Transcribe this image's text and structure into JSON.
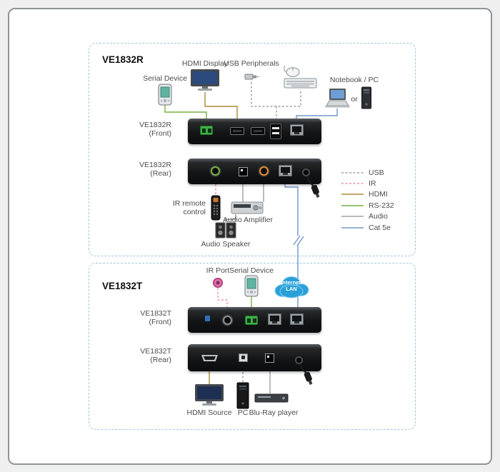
{
  "colors": {
    "panel": "#151617",
    "dashed_box_border": "#9fc7d8",
    "card_border": "#8f9496",
    "background": "#efefef",
    "cloud": "#2aa0d8",
    "label_text": "#4d4d4d"
  },
  "icons": {
    "serial_device": "pda-icon",
    "hdmi_display": "monitor-icon",
    "usb_peripherals": "usb-plug-icon",
    "mouse": "mouse-icon",
    "keyboard": "keyboard-icon",
    "notebook": "laptop-icon",
    "desktop": "desktop-tower-icon",
    "ir_remote": "remote-control-icon",
    "audio_amplifier": "amplifier-icon",
    "audio_speaker": "speakers-icon",
    "ir_port": "ir-ball-icon",
    "cloud": "cloud-icon",
    "hdmi_source": "monitor-icon",
    "pc": "pc-tower-icon",
    "bluray": "bluray-player-icon",
    "power": "power-plug-icon",
    "cable_break": "break-slashes-icon"
  },
  "legend": {
    "items": [
      {
        "label": "USB",
        "color": "#a0a0a0",
        "style": "dashed"
      },
      {
        "label": "IR",
        "color": "#f092b0",
        "style": "dashed"
      },
      {
        "label": "HDMI",
        "color": "#a88c33",
        "style": "solid"
      },
      {
        "label": "RS-232",
        "color": "#76b043",
        "style": "solid"
      },
      {
        "label": "Audio",
        "color": "#a0a0a0",
        "style": "solid"
      },
      {
        "label": "Cat 5e",
        "color": "#7096c8",
        "style": "solid"
      }
    ]
  },
  "receiver": {
    "title": "VE1832R",
    "front_label": {
      "line1": "VE1832R",
      "line2": "(Front)"
    },
    "rear_label": {
      "line1": "VE1832R",
      "line2": "(Rear)"
    },
    "serial_device": "Serial Device",
    "hdmi_display": "HDMI Display",
    "usb_peripherals": "USB Peripherals",
    "notebook_pc": "Notebook / PC",
    "or": "or",
    "ir_remote": {
      "line1": "IR remote",
      "line2": "control"
    },
    "audio_amplifier": "Audio Amplifier",
    "audio_speaker": "Audio Speaker"
  },
  "transmitter": {
    "title": "VE1832T",
    "front_label": {
      "line1": "VE1832T",
      "line2": "(Front)"
    },
    "rear_label": {
      "line1": "VE1832T",
      "line2": "(Rear)"
    },
    "ir_port": "IR Port",
    "serial_device": "Serial Device",
    "cloud": {
      "line1": "Internet/",
      "line2": "LAN"
    },
    "hdmi_source": "HDMI Source",
    "pc": "PC",
    "bluray_player": "Blu-Ray player"
  }
}
